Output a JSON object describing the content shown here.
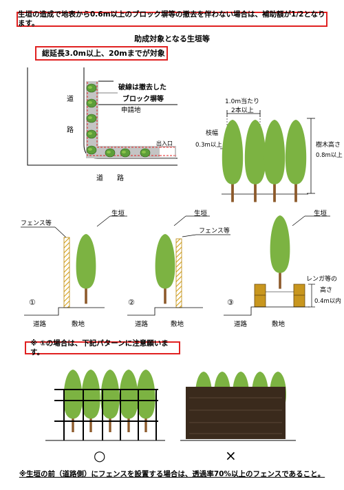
{
  "notice": "生垣の造成で地表から0.6m以上のブロック塀等の撤去を伴わない場合は、補助額が1/2となります。",
  "title": "助成対象となる生垣等",
  "condition": "総延長3.0m以上、20mまでが対象",
  "plan": {
    "road_v1": "道",
    "road_v2": "路",
    "road_h": "道　　路",
    "dashed_note_1": "破線は撤去した",
    "dashed_note_2": "ブロック塀等",
    "site": "申請地",
    "entrance": "出入口"
  },
  "spacing": {
    "per_m": "1.0m当たり",
    "count": "2本以上",
    "branch_width_label": "枝幅",
    "branch_width_value": "0.3m以上",
    "height_label": "樹木高さ",
    "height_value": "0.8m以上"
  },
  "case1": {
    "num": "①",
    "fence": "フェンス等",
    "hedge": "生垣",
    "road": "道路",
    "site": "敷地"
  },
  "case2": {
    "num": "②",
    "fence": "フェンス等",
    "hedge": "生垣",
    "road": "道路",
    "site": "敷地"
  },
  "case3": {
    "num": "③",
    "hedge": "生垣",
    "brick_1": "レンガ等の",
    "brick_2": "高さ",
    "brick_3": "0.4m以内",
    "road": "道路",
    "site": "敷地"
  },
  "caution": "※ ①の場合は、下記パターンに注意願います。",
  "pattern": {
    "ok": "○",
    "ng": "×"
  },
  "footer": "※生垣の前（道路側）にフェンスを設置する場合は、透過率70%以上のフェンスであること。",
  "colors": {
    "tree": "#7cb342",
    "trunk": "#8d5a2b",
    "red": "#e02020",
    "brick": "#c8961e",
    "wood": "#3a2a1c"
  }
}
